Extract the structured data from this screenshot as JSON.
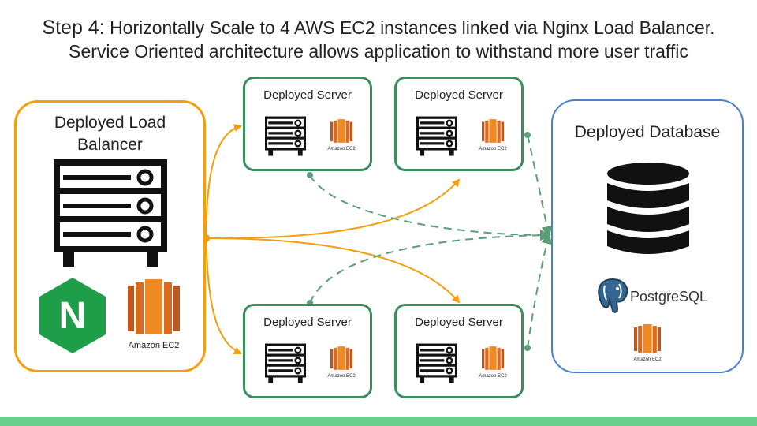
{
  "title": {
    "step": "Step 4:",
    "line1": "Horizontally Scale to 4 AWS EC2 instances linked via Nginx Load Balancer.",
    "line2": "Service Oriented architecture allows application to withstand more user traffic"
  },
  "load_balancer": {
    "line1": "Deployed Load",
    "line2": "Balancer",
    "ec2_caption": "Amazon EC2",
    "nginx_letter": "N"
  },
  "servers": [
    {
      "label": "Deployed Server",
      "ec2_caption": "Amazon EC2"
    },
    {
      "label": "Deployed Server",
      "ec2_caption": "Amazon EC2"
    },
    {
      "label": "Deployed Server",
      "ec2_caption": "Amazon EC2"
    },
    {
      "label": "Deployed Server",
      "ec2_caption": "Amazon EC2"
    }
  ],
  "database": {
    "label": "Deployed Database",
    "postgres_text": "PostgreSQL",
    "ec2_caption": "Amazon EC2"
  },
  "colors": {
    "balancer": "#f59e0b",
    "server": "#3a8f5c",
    "database": "#4a7fd4",
    "footer": "#6bcf8f",
    "ec2": "#e8781e"
  },
  "icons": [
    "server-rack-icon",
    "amazon-ec2-icon",
    "nginx-logo",
    "database-icon",
    "postgresql-logo"
  ]
}
